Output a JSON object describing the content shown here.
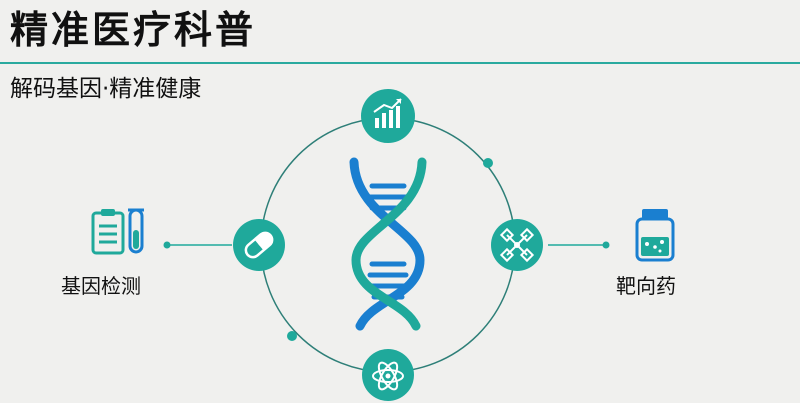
{
  "header": {
    "title": "精准医疗科普",
    "subtitle": "解码基因·精准健康"
  },
  "diagram": {
    "left_label": "基因检测",
    "right_label": "靶向药",
    "icons": {
      "center": "dna-helix-icon",
      "top": "growth-chart-icon",
      "left": "capsule-pill-icon",
      "right": "molecule-structure-icon",
      "bottom": "atom-icon",
      "left_outer": "clipboard-test-tube-icon",
      "right_outer": "medicine-bottle-icon"
    },
    "colors": {
      "teal": "#1fa99b",
      "blue": "#1a7fd0",
      "dark_teal": "#178f84",
      "background": "#f0f0ee"
    }
  }
}
